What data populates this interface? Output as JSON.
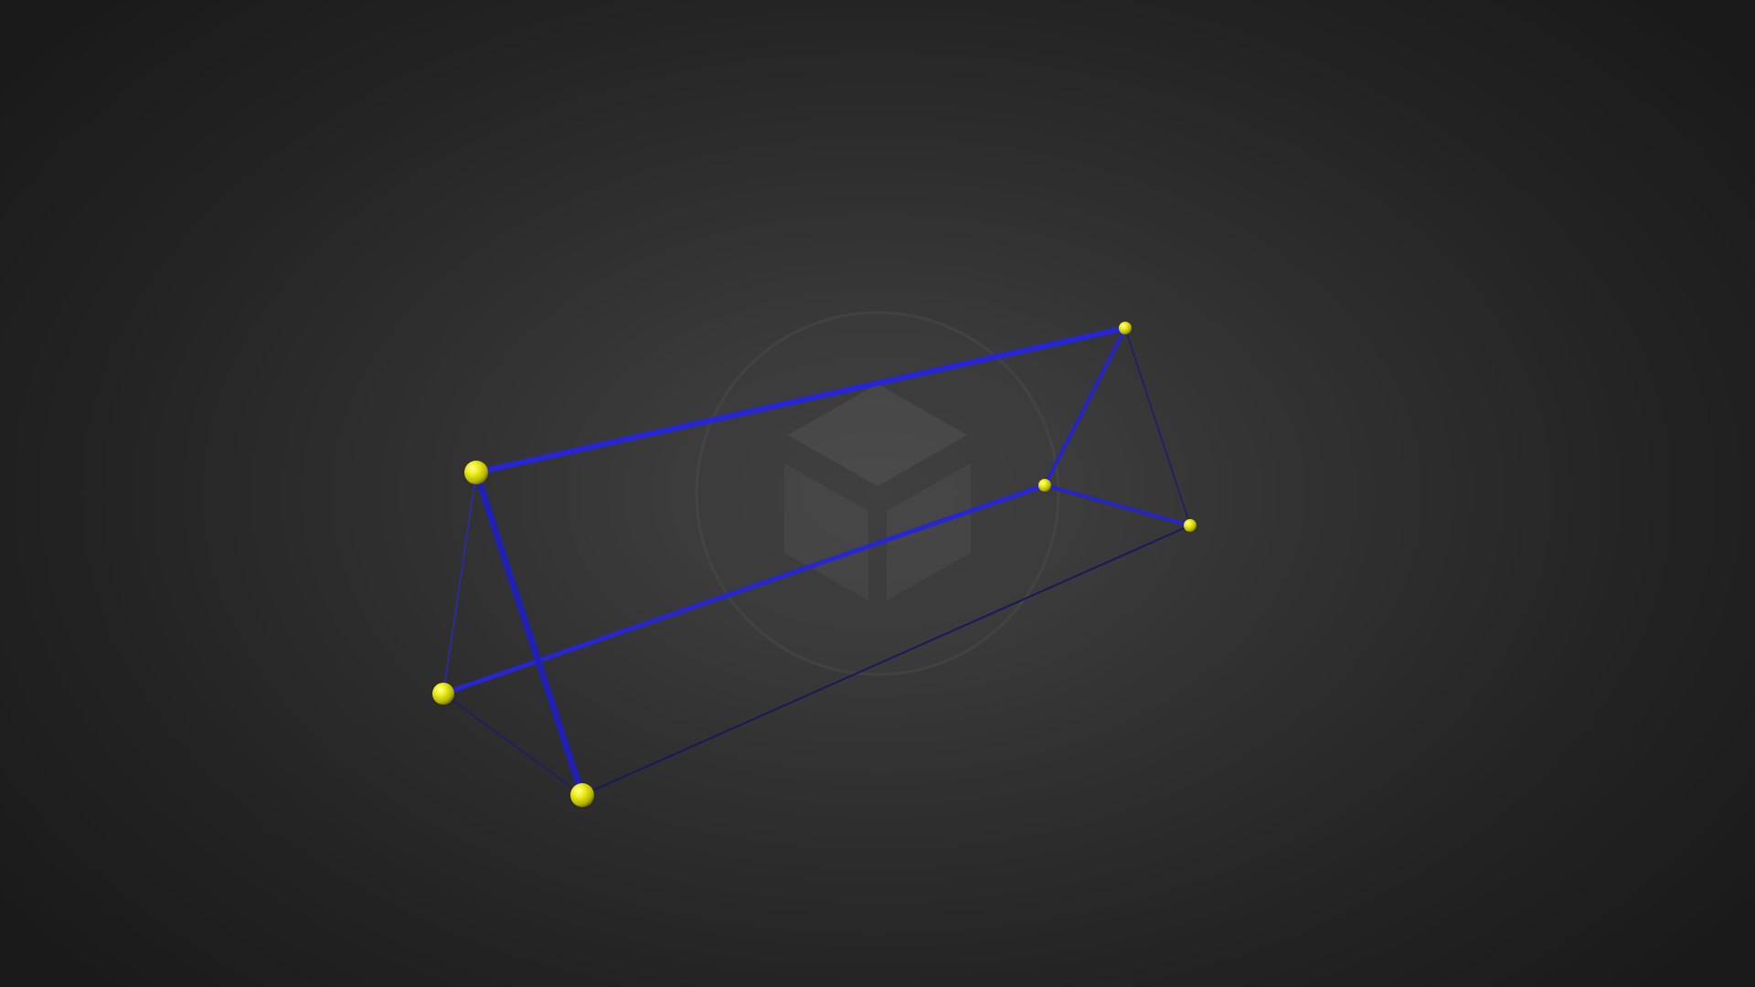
{
  "viewer": {
    "background_center": "#454545",
    "background_edge": "#1a1a1a"
  },
  "watermark": {
    "icon": "cube-logo-icon",
    "color": "#5a5a5a"
  },
  "model": {
    "shape": "triangular-prism-wireframe",
    "edge_color": "#2323d8",
    "dark_edge_color": "#1a1a6a",
    "vertex_color": "#e6e614",
    "vertex_count": 6,
    "edge_count": 9
  }
}
